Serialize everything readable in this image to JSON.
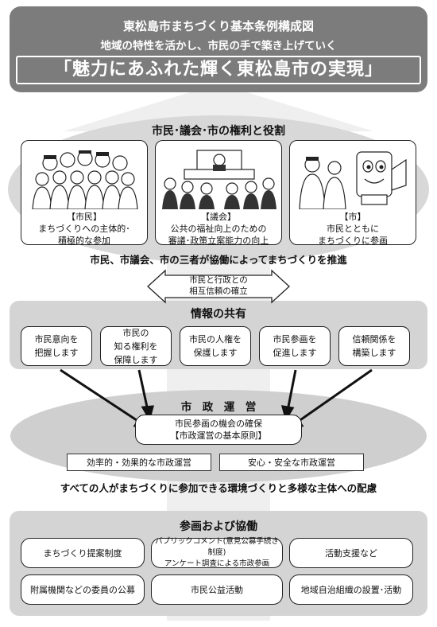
{
  "header": {
    "title": "東松島市まちづくり基本条例構成図",
    "subtitle": "地域の特性を活かし、市民の手で築き上げていく",
    "main": "「魅力にあふれた輝く東松島市の実現」"
  },
  "roles": {
    "title": "市民･議会･市の権利と役割",
    "cards": [
      {
        "label": "【市民】\nまちづくりへの主体的･\n積極的な参加",
        "icon": "citizens-group-illustration"
      },
      {
        "label": "【議会】\n公共の福祉向上のための\n審議･政策立案能力の向上",
        "icon": "assembly-hall-illustration"
      },
      {
        "label": "【市】\n市民とともに\nまちづくりに参画",
        "icon": "city-mascot-illustration"
      }
    ],
    "summary": "市民、市議会、市の三者が協働によってまちづくりを推進"
  },
  "trust": {
    "label": "市民と行政との\n相互信頼の確立"
  },
  "info": {
    "title": "情報の共有",
    "items": [
      "市民意向を\n把握します",
      "市民の\n知る権利を\n保障します",
      "市民の人権を\n保護します",
      "市民参画を\n促進します",
      "信頼関係を\n構築します"
    ]
  },
  "admin": {
    "title": "市　政　運　営",
    "center": "市民参画の機会の確保\n【市政運営の基本原則】",
    "notes": [
      "効率的・効果的な市政運営",
      "安心・安全な市政運営"
    ],
    "summary": "すべての人がまちづくりに参加できる環境づくりと多様な主体への配慮"
  },
  "participation": {
    "title": "参画および協働",
    "items": [
      "まちづくり提案制度",
      "パブリックコメント(意見公募手続き制度)\nアンケート調査による市政参画",
      "活動支援など",
      "附属機関などの委員の公募",
      "市民公益活動",
      "地域自治組織の設置･活動"
    ]
  },
  "colors": {
    "header_bg": "#7a7a7a",
    "panel_bg": "#d9d9d9",
    "arrow_bg": "#eeeeee",
    "ellipse_bg": "#cfcfcf"
  }
}
